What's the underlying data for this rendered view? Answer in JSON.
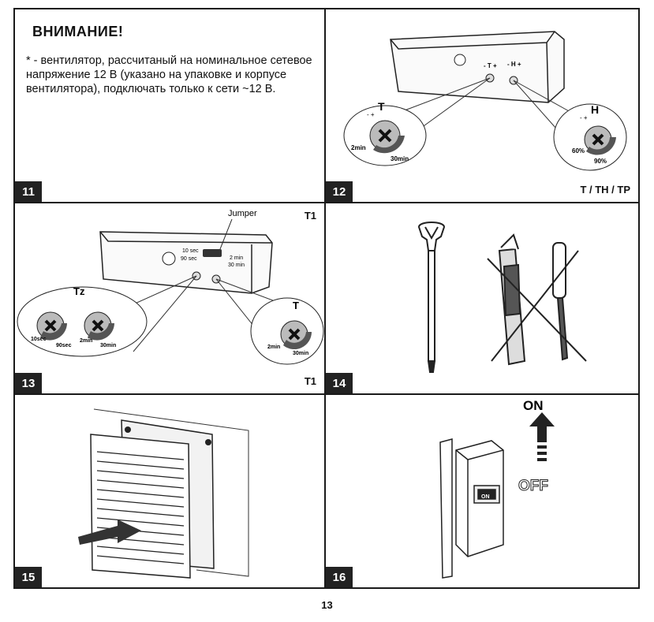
{
  "panels": {
    "p11": {
      "number": "11",
      "title": "ВНИМАНИЕ!",
      "text": "* - вентилятор, рассчитаный на номинальное сетевое напряжение 12 В (указано на упаковке и корпусе вентилятора), подключать только к сети ~12 В."
    },
    "p12": {
      "number": "12",
      "model_label": "T / TH / TP",
      "knob_t": {
        "symbol": "T",
        "min": "2min",
        "max": "30min",
        "scale": "- +"
      },
      "knob_h": {
        "symbol": "H",
        "min": "60%",
        "max": "90%",
        "scale": "- +"
      },
      "box_t": "- T +",
      "box_h": "- H +"
    },
    "p13": {
      "number": "13",
      "top_label": "T1",
      "bottom_label": "T1",
      "jumper_label": "Jumper",
      "jumper_left": [
        "10 sec",
        "90 sec"
      ],
      "jumper_right": [
        "2 min",
        "30 min"
      ],
      "tz_label": "Tz",
      "knob_tz": {
        "min": "10sec",
        "max": "90sec"
      },
      "knob_t_mid": {
        "min": "2min",
        "max": "30min"
      },
      "knob_t": {
        "symbol": "T",
        "min": "2min",
        "max": "30min"
      }
    },
    "p14": {
      "number": "14"
    },
    "p15": {
      "number": "15"
    },
    "p16": {
      "number": "16",
      "on": "ON",
      "off": "OFF",
      "switch_label": "ON"
    }
  },
  "page_number": "13"
}
